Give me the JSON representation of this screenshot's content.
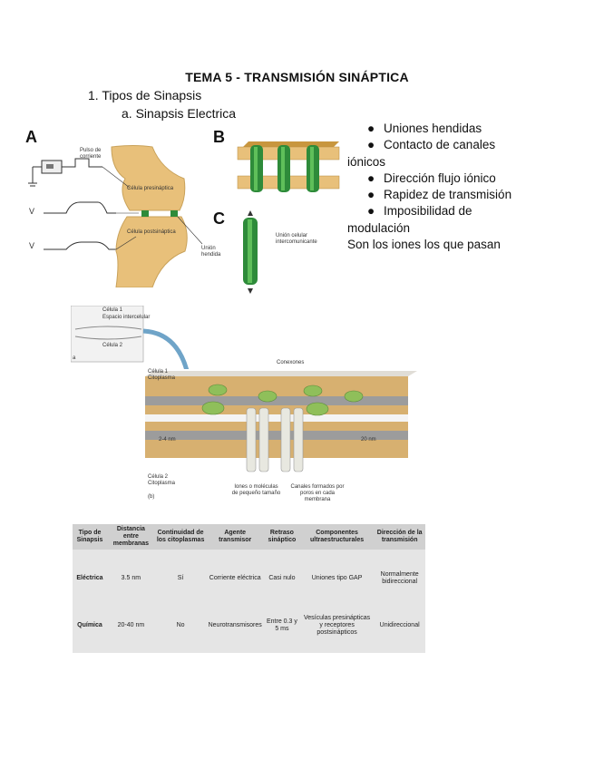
{
  "document": {
    "title": "TEMA 5 - TRANSMISIÓN SINÁPTICA",
    "list_item_1": "1.  Tipos de Sinapsis",
    "list_item_1a": "a.  Sinapsis Electrica"
  },
  "bullets": [
    "Uniones hendidas",
    "Contacto de canales iónicos",
    "Dirección flujo iónico",
    "Rapidez de transmisión",
    "Imposibilidad de modulación"
  ],
  "bullet_glyph": "●",
  "closing_line": "Son los iones los que pasan",
  "figure1": {
    "label_a": "A",
    "label_b": "B",
    "label_c": "C",
    "electrode_label": "Pulso de corriente",
    "v1_label": "V",
    "v2_label": "V",
    "pre_cell": "Célula presináptica",
    "post_cell": "Célula postsináptica",
    "junction": "Unión hendida",
    "channel_label": "Unión celular intercomunicante"
  },
  "figure2": {
    "inset_cell1": "Célula 1",
    "inset_junction": "Espacio intercelular",
    "inset_cell2": "Célula 2",
    "inset_mark": "a",
    "cell1_label": "Célula 1 Citoplasma",
    "connexons": "Conexones",
    "cell2_label": "Célula 2 Citoplasma",
    "panel_mark": "(b)",
    "space_left": "2-4 nm",
    "space_right": "20 nm",
    "caption_left": "Iones o moléculas de pequeño tamaño",
    "caption_right": "Canales formados por poros en cada membrana"
  },
  "table": {
    "headers": [
      "Tipo de Sinapsis",
      "Distancia entre membranas",
      "Continuidad de los citoplasmas",
      "Agente transmisor",
      "Retraso sináptico",
      "Componentes ultraestructurales",
      "Dirección de la transmisión"
    ],
    "rows": [
      [
        "Eléctrica",
        "3.5 nm",
        "Sí",
        "Corriente eléctrica",
        "Casi nulo",
        "Uniones tipo GAP",
        "Normalmente bidireccional"
      ],
      [
        "Química",
        "20-40 nm",
        "No",
        "Neurotransmisores",
        "Entre 0.3 y 5 ms",
        "Vesículas presinápticas y receptores postsinápticos",
        "Unidireccional"
      ]
    ]
  },
  "colors": {
    "cell": "#e8c07a",
    "cell_dark": "#c9a25a",
    "channel": "#2e8b3a",
    "channel_light": "#5fbf5a",
    "membrane_tan": "#d7b070",
    "membrane_grey": "#9c9c9c"
  }
}
